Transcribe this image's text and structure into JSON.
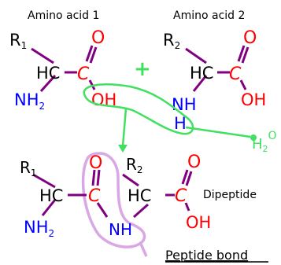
{
  "diagram": {
    "amino_acid_1_label": "Amino acid 1",
    "amino_acid_2_label": "Amino acid 2",
    "plus": "+",
    "r1": "R",
    "r1_sub": "1",
    "r2": "R",
    "r2_sub": "2",
    "hc": "HC",
    "c": "C",
    "o": "O",
    "oh": "OH",
    "nh2": "NH",
    "nh2_sub": "2",
    "nh": "NH",
    "h": "H",
    "water": "H",
    "water_sub": "2",
    "water_o": "O",
    "dipeptide_label": "Dipeptide",
    "peptide_bond_label": "Peptide bond"
  },
  "colors": {
    "black": "#000000",
    "bond": "#800080",
    "carbon_oxygen": "#ff0000",
    "nitrogen": "#0000ff",
    "highlight_green": "#40e060",
    "highlight_pink": "#d9a6e6"
  }
}
